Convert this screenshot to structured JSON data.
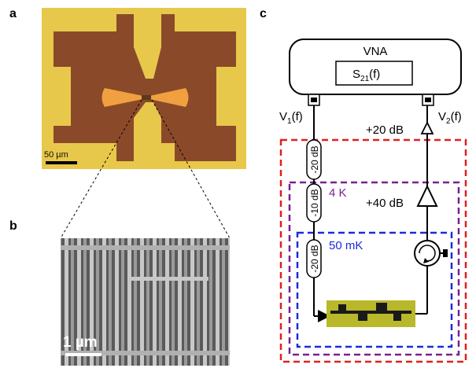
{
  "panels": {
    "a": {
      "label": "a",
      "scale_bar": "50 µm"
    },
    "b": {
      "label": "b",
      "scale_bar": "1 µm"
    },
    "c": {
      "label": "c",
      "vna_label": "VNA",
      "s21_main": "S",
      "s21_sub": "21",
      "s21_tail": "(f)",
      "v1_main": "V",
      "v1_sub": "1",
      "v1_tail": "(f)",
      "v2_main": "V",
      "v2_sub": "2",
      "v2_tail": "(f)",
      "amp_room_temp": "+20 dB",
      "amp_4k": "+40 dB",
      "attenuators": [
        "-20 dB",
        "-10 dB",
        "-20 dB"
      ],
      "stage_4k_label": "4 K",
      "stage_50mk_label": "50 mK"
    }
  },
  "colors": {
    "gold": "#e8c84a",
    "gold_light": "#f3dc74",
    "substrate": "#8a4a2a",
    "orange_bowtie": "#f0a040",
    "red_box": "#e02020",
    "purple_box": "#7a2090",
    "blue_box": "#1a2ae0",
    "chip_green": "#b8b82a"
  }
}
